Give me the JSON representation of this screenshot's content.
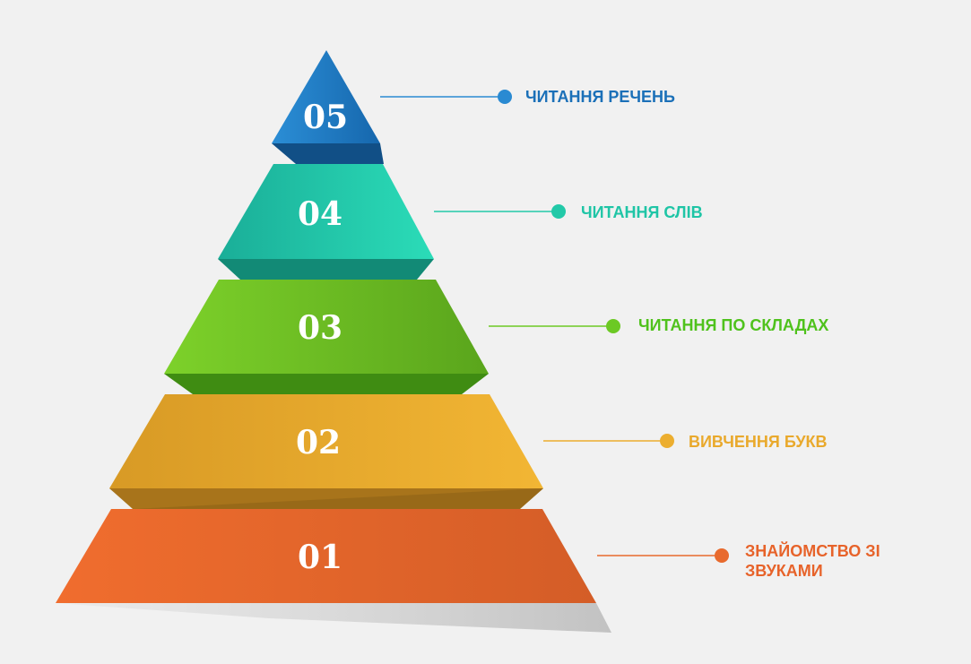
{
  "levels": [
    {
      "number": "05",
      "label": "ЧИТАННЯ РЕЧЕНЬ",
      "color": "#1b70b8"
    },
    {
      "number": "04",
      "label": "ЧИТАННЯ СЛІВ",
      "color": "#1fc5a6"
    },
    {
      "number": "03",
      "label": "ЧИТАННЯ ПО СКЛАДАХ",
      "color": "#4fc21c"
    },
    {
      "number": "02",
      "label": "ВИВЧЕННЯ БУКВ",
      "color": "#e9a92c"
    },
    {
      "number": "01",
      "label": "ЗНАЙОМСТВО ЗІ ЗВУКАМИ",
      "color": "#e7632a"
    }
  ]
}
